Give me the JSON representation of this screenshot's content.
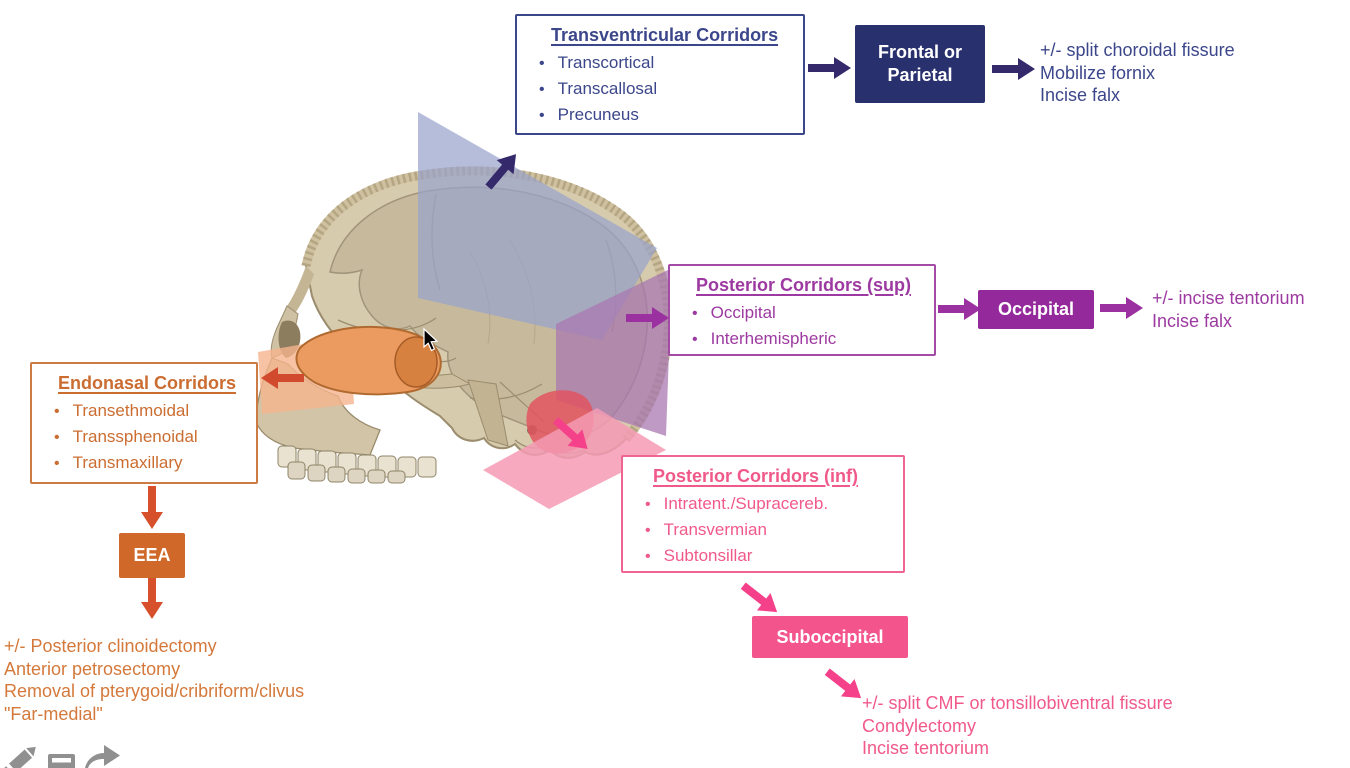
{
  "page": {
    "background": "#ffffff"
  },
  "themes": {
    "navy": {
      "accent": "#29306e",
      "text": "#3c478b"
    },
    "purple": {
      "accent": "#93299a",
      "text": "#9d3aa1"
    },
    "orange": {
      "accent": "#d0682a",
      "text": "#cb6d31"
    },
    "pink": {
      "accent": "#f4548c",
      "text": "#f0598a"
    },
    "red_arrow": "#d14a2e",
    "icon_gray": "#909090"
  },
  "flows": {
    "transventricular": {
      "title": "Transventricular Corridors",
      "items": [
        "Transcortical",
        "Transcallosal",
        "Precuneus"
      ],
      "node_lines": [
        "Frontal or",
        "Parietal"
      ],
      "notes": [
        "+/- split choroidal fissure",
        "Mobilize fornix",
        "Incise falx"
      ]
    },
    "posterior_sup": {
      "title": "Posterior Corridors (sup)",
      "items": [
        "Occipital",
        "Interhemispheric"
      ],
      "node": "Occipital",
      "notes": [
        "+/- incise tentorium",
        "Incise falx"
      ]
    },
    "endonasal": {
      "title": "Endonasal Corridors",
      "items": [
        "Transethmoidal",
        "Transsphenoidal",
        "Transmaxillary"
      ],
      "node": "EEA",
      "notes": [
        "+/- Posterior clinoidectomy",
        "Anterior petrosectomy",
        "Removal of pterygoid/cribriform/clivus",
        "\"Far-medial\""
      ]
    },
    "posterior_inf": {
      "title": "Posterior Corridors (inf)",
      "items": [
        "Intratent./Supracereb.",
        "Transvermian",
        "Subtonsillar"
      ],
      "node": "Suboccipital",
      "notes": [
        "+/- split CMF or tonsillobiventral fissure",
        "Condylectomy",
        "Incise tentorium"
      ]
    }
  },
  "bullet_glyph": "•",
  "toolbar": {
    "icons": [
      "pencil",
      "note-card",
      "forward-arrow"
    ]
  }
}
